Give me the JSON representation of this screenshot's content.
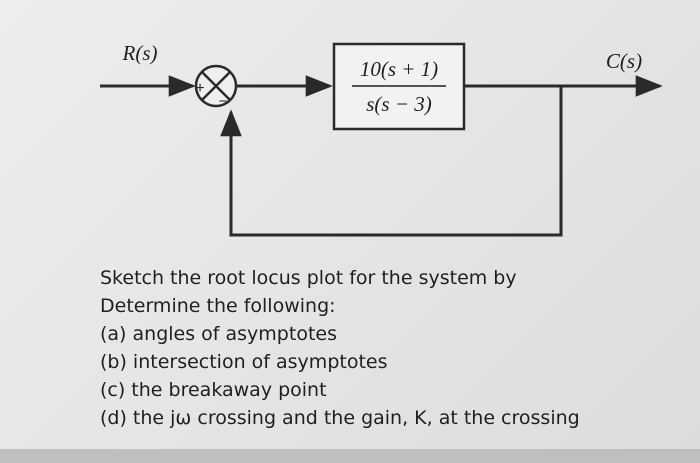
{
  "diagram": {
    "input_label": "R(s)",
    "output_label": "C(s)",
    "plus_sign": "+",
    "minus_sign": "−",
    "transfer_function": {
      "numerator": "10(s + 1)",
      "denominator": "s(s − 3)"
    }
  },
  "question": {
    "intro": "Sketch the root locus plot for the system by",
    "lead": "Determine the following:",
    "items": [
      "(a) angles of asymptotes",
      "(b) intersection of asymptotes",
      "(c) the breakaway point",
      "(d) the jω crossing and the gain, K, at the crossing"
    ]
  }
}
